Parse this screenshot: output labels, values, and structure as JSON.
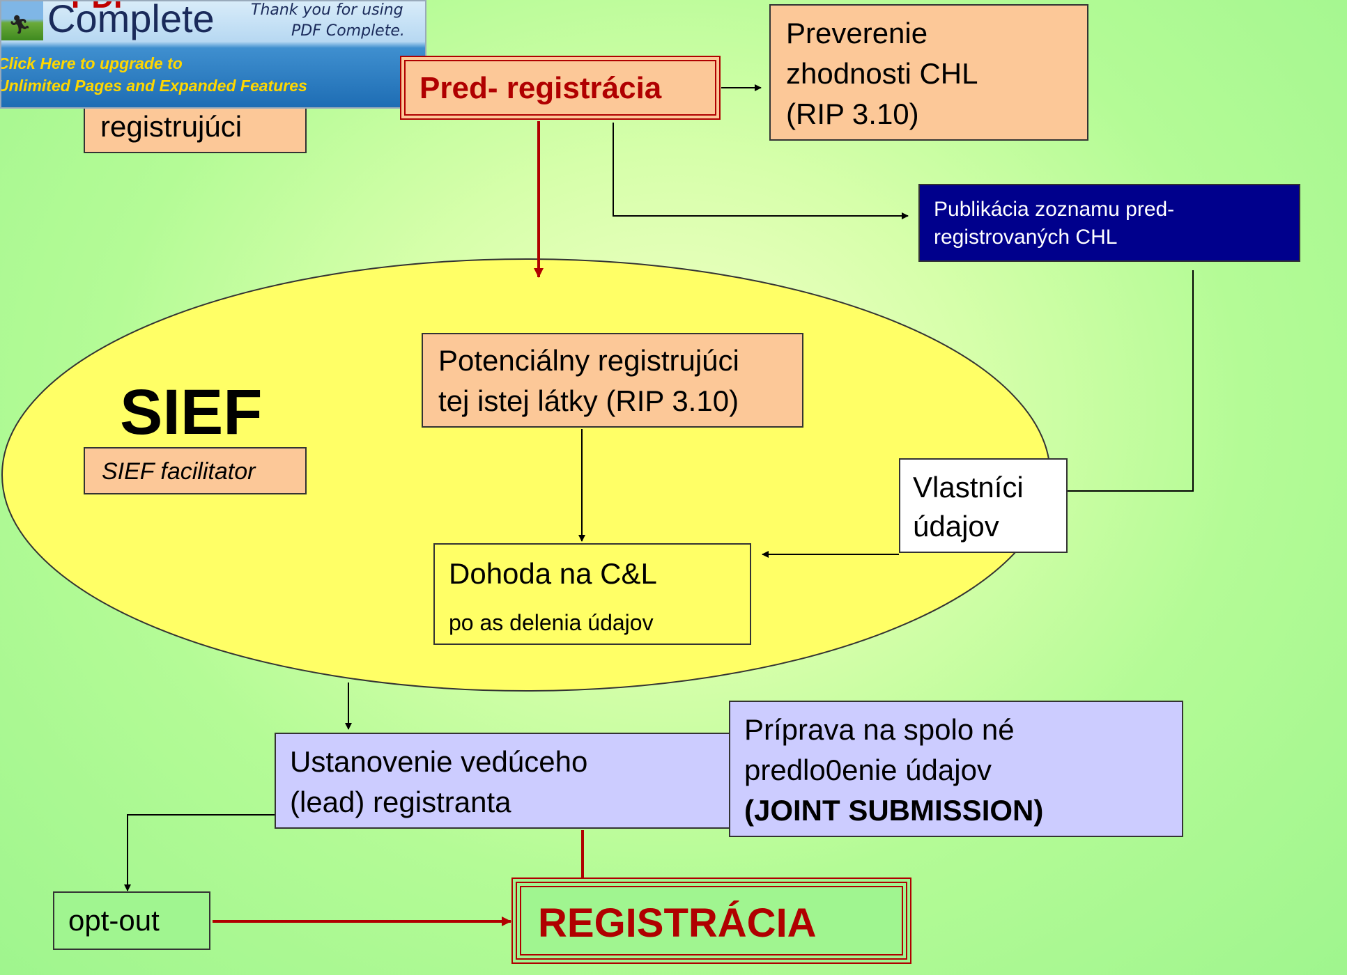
{
  "banner": {
    "brand_line1": "PDF",
    "brand_line2": "Complete",
    "thanks_line1": "Thank you for using",
    "thanks_line2": "PDF Complete.",
    "upgrade_line1": "Click Here to upgrade to",
    "upgrade_line2": "Unlimited Pages and Expanded Features"
  },
  "nodes": {
    "registrujuci": "registrujúci",
    "pre_registration": "Pred- registrácia",
    "verification_line1": "Preverenie",
    "verification_line2": "zhodnosti CHL",
    "verification_line3": "(RIP 3.10)",
    "publication_line1": "Publikácia zoznamu pred-",
    "publication_line2": "registrovaných CHL",
    "sief_title": "SIEF",
    "sief_facilitator": "SIEF facilitator",
    "potential_line1": "Potenciálny registrujúci",
    "potential_line2": "tej istej látky (RIP 3.10)",
    "owners_line1": "Vlastníci",
    "owners_line2": "údajov",
    "agreement_line1": "Dohoda na C&L",
    "agreement_line2": "po  as delenia údajov",
    "lead_line1": "Ustanovenie vedúceho",
    "lead_line2": "(lead) registranta",
    "joint_line1": "Príprava na spolo  né",
    "joint_line2": "predlo0enie údajov",
    "joint_line3": "(JOINT SUBMISSION)",
    "optout": "opt-out",
    "registration": "REGISTRÁCIA"
  },
  "colors": {
    "background": "#a0f590",
    "ellipse": "#ffff66",
    "peach_box": "#fcc898",
    "navy_box": "#00008c",
    "lilac_box": "#ccccff",
    "accent_red": "#b00000",
    "upgrade_yellow": "#ffd700"
  }
}
